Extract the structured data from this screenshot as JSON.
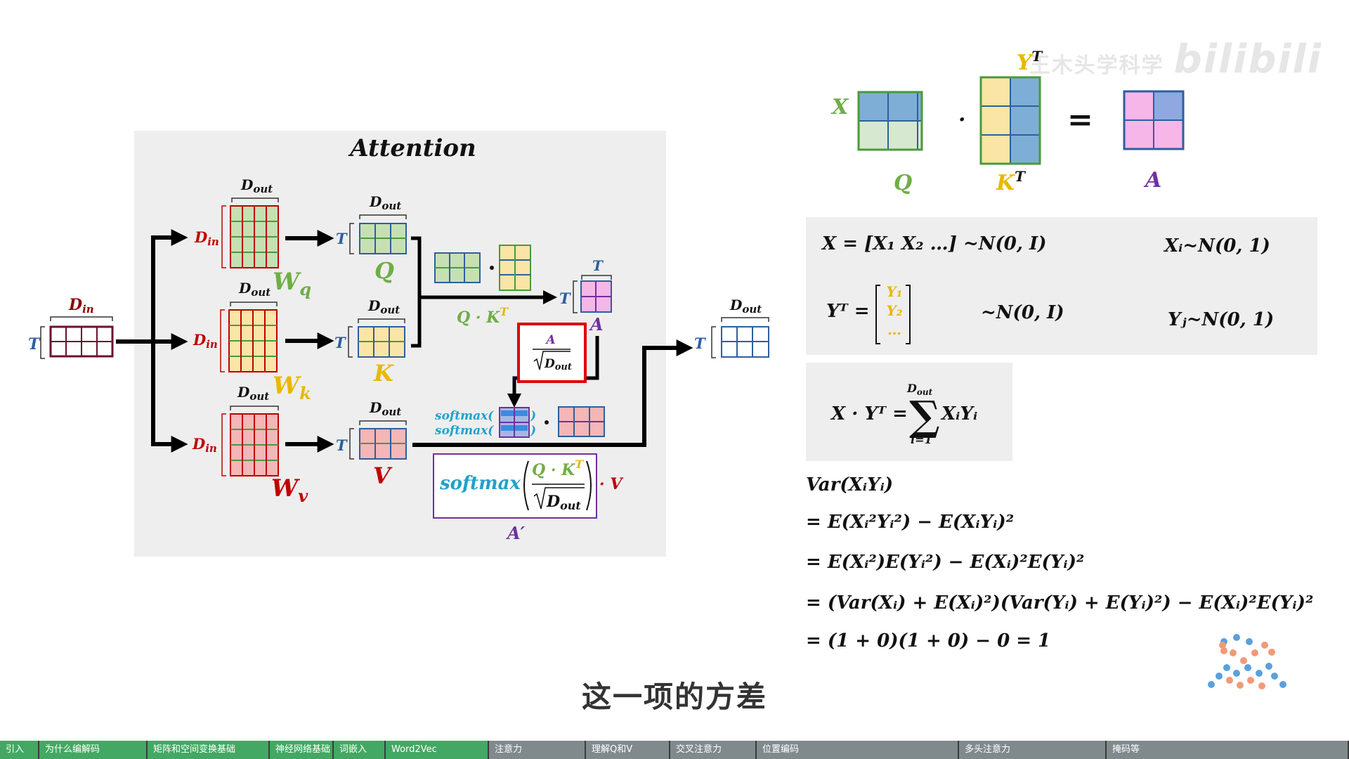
{
  "diagram": {
    "title": "Attention",
    "input": {
      "dim_label": "D",
      "dim_sub": "in",
      "rows_label": "T"
    },
    "weights": [
      {
        "name": "W",
        "sub": "q",
        "row_label": "D",
        "row_sub": "in",
        "col_label": "D",
        "col_sub": "out",
        "color": "#c6e0b4"
      },
      {
        "name": "W",
        "sub": "k",
        "row_label": "D",
        "row_sub": "in",
        "col_label": "D",
        "col_sub": "out",
        "color": "#fbe5a6"
      },
      {
        "name": "W",
        "sub": "v",
        "row_label": "D",
        "row_sub": "in",
        "col_label": "D",
        "col_sub": "out",
        "color": "#f4b6b6"
      }
    ],
    "outputs": [
      {
        "name": "Q",
        "dim_label": "D",
        "dim_sub": "out",
        "rows_label": "T"
      },
      {
        "name": "K",
        "dim_label": "D",
        "dim_sub": "out",
        "rows_label": "T"
      },
      {
        "name": "V",
        "dim_label": "D",
        "dim_sub": "out",
        "rows_label": "T"
      }
    ],
    "qk_label": "Q · K",
    "qk_sup": "T",
    "a_label": "A",
    "a_dim": "T",
    "scale_num": "A",
    "scale_den": "D",
    "scale_den_sub": "out",
    "softmax_word": "softmax(",
    "softmax_close": ")",
    "final_softmax": "softmax",
    "final_num": "Q · K",
    "final_num_sup": "T",
    "final_den": "D",
    "final_den_sub": "out",
    "final_mult": "· V",
    "a_prime": "A′",
    "result": {
      "dim_label": "D",
      "dim_sub": "out",
      "rows_label": "T"
    }
  },
  "matmul": {
    "x_label": "X",
    "q_label": "Q",
    "yt_label": "Y",
    "yt_sup": "T",
    "kt_label": "K",
    "kt_sup": "T",
    "a_label": "A",
    "dot": "·",
    "eq": "="
  },
  "distributions": {
    "x_vec": "X = [X₁   X₂   …] ~N(0, I)",
    "xi": "Xᵢ~N(0, 1)",
    "yt_lhs": "Yᵀ =",
    "yt_vec": [
      "Y₁",
      "Y₂",
      "…"
    ],
    "yt_dist": "~N(0, I)",
    "yj": "Yⱼ~N(0, 1)"
  },
  "dot_product": {
    "lhs": "X · Yᵀ =",
    "sum_top": "D",
    "sum_top_sub": "out",
    "sum_bottom": "i=1",
    "term": "XᵢYᵢ"
  },
  "variance": [
    "Var(XᵢYᵢ)",
    "= E(Xᵢ²Yᵢ²) − E(XᵢYᵢ)²",
    "= E(Xᵢ²)E(Yᵢ²) − E(Xᵢ)²E(Yᵢ)²",
    "= (Var(Xᵢ) + E(Xᵢ)²)(Var(Yᵢ) + E(Yᵢ)²) − E(Xᵢ)²E(Yᵢ)²",
    "= (1 + 0)(1 + 0) − 0 = 1"
  ],
  "subtitle": "这一项的方差",
  "watermark": {
    "text": "王木头学科学",
    "logo": "bilibili"
  },
  "chapters": [
    {
      "label": "引入",
      "done": true
    },
    {
      "label": "为什么编解码",
      "done": true
    },
    {
      "label": "矩阵和空间变换基础",
      "done": true
    },
    {
      "label": "神经网络基础",
      "done": true
    },
    {
      "label": "词嵌入",
      "done": true
    },
    {
      "label": "Word2Vec",
      "done": true
    },
    {
      "label": "注意力",
      "done": false
    },
    {
      "label": "理解Q和V",
      "done": false
    },
    {
      "label": "交叉注意力",
      "done": false
    },
    {
      "label": "位置编码",
      "done": false
    },
    {
      "label": "多头注意力",
      "done": false
    },
    {
      "label": "掩码等",
      "done": false
    }
  ],
  "colors": {
    "green": "#43a863",
    "gray": "#808a8c",
    "q": "#70ad47",
    "k": "#e8b800",
    "v": "#c00000",
    "a": "#7030a0",
    "softmax": "#1fa2c9"
  }
}
